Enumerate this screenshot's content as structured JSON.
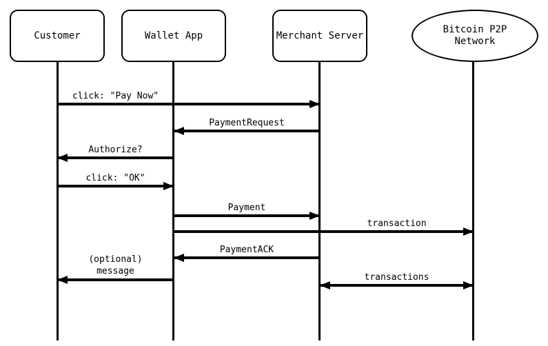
{
  "diagram": {
    "type": "sequence-diagram",
    "subject": "Bitcoin payment protocol flow",
    "colors": {
      "stroke": "#000000",
      "background": "#ffffff",
      "text": "#000000"
    },
    "participants": [
      {
        "id": "customer",
        "label": "Customer",
        "shape": "rounded-rect"
      },
      {
        "id": "wallet-app",
        "label": "Wallet App",
        "shape": "rounded-rect"
      },
      {
        "id": "merchant-server",
        "label": "Merchant Server",
        "shape": "rounded-rect"
      },
      {
        "id": "bitcoin-p2p-network",
        "label": "Bitcoin P2P\nNetwork",
        "shape": "ellipse"
      }
    ],
    "messages": [
      {
        "label": "click: \"Pay Now\"",
        "from": "customer",
        "to": "merchant-server",
        "direction": "right"
      },
      {
        "label": "PaymentRequest",
        "from": "merchant-server",
        "to": "wallet-app",
        "direction": "left"
      },
      {
        "label": "Authorize?",
        "from": "wallet-app",
        "to": "customer",
        "direction": "left"
      },
      {
        "label": "click: \"OK\"",
        "from": "customer",
        "to": "wallet-app",
        "direction": "right"
      },
      {
        "label": "Payment",
        "from": "wallet-app",
        "to": "merchant-server",
        "direction": "right"
      },
      {
        "label": "transaction",
        "from": "wallet-app",
        "to": "bitcoin-p2p-network",
        "direction": "right"
      },
      {
        "label": "PaymentACK",
        "from": "merchant-server",
        "to": "wallet-app",
        "direction": "left"
      },
      {
        "label": "(optional)\nmessage",
        "from": "wallet-app",
        "to": "customer",
        "direction": "left"
      },
      {
        "label": "transactions",
        "from": "merchant-server",
        "to": "bitcoin-p2p-network",
        "direction": "both"
      }
    ]
  }
}
